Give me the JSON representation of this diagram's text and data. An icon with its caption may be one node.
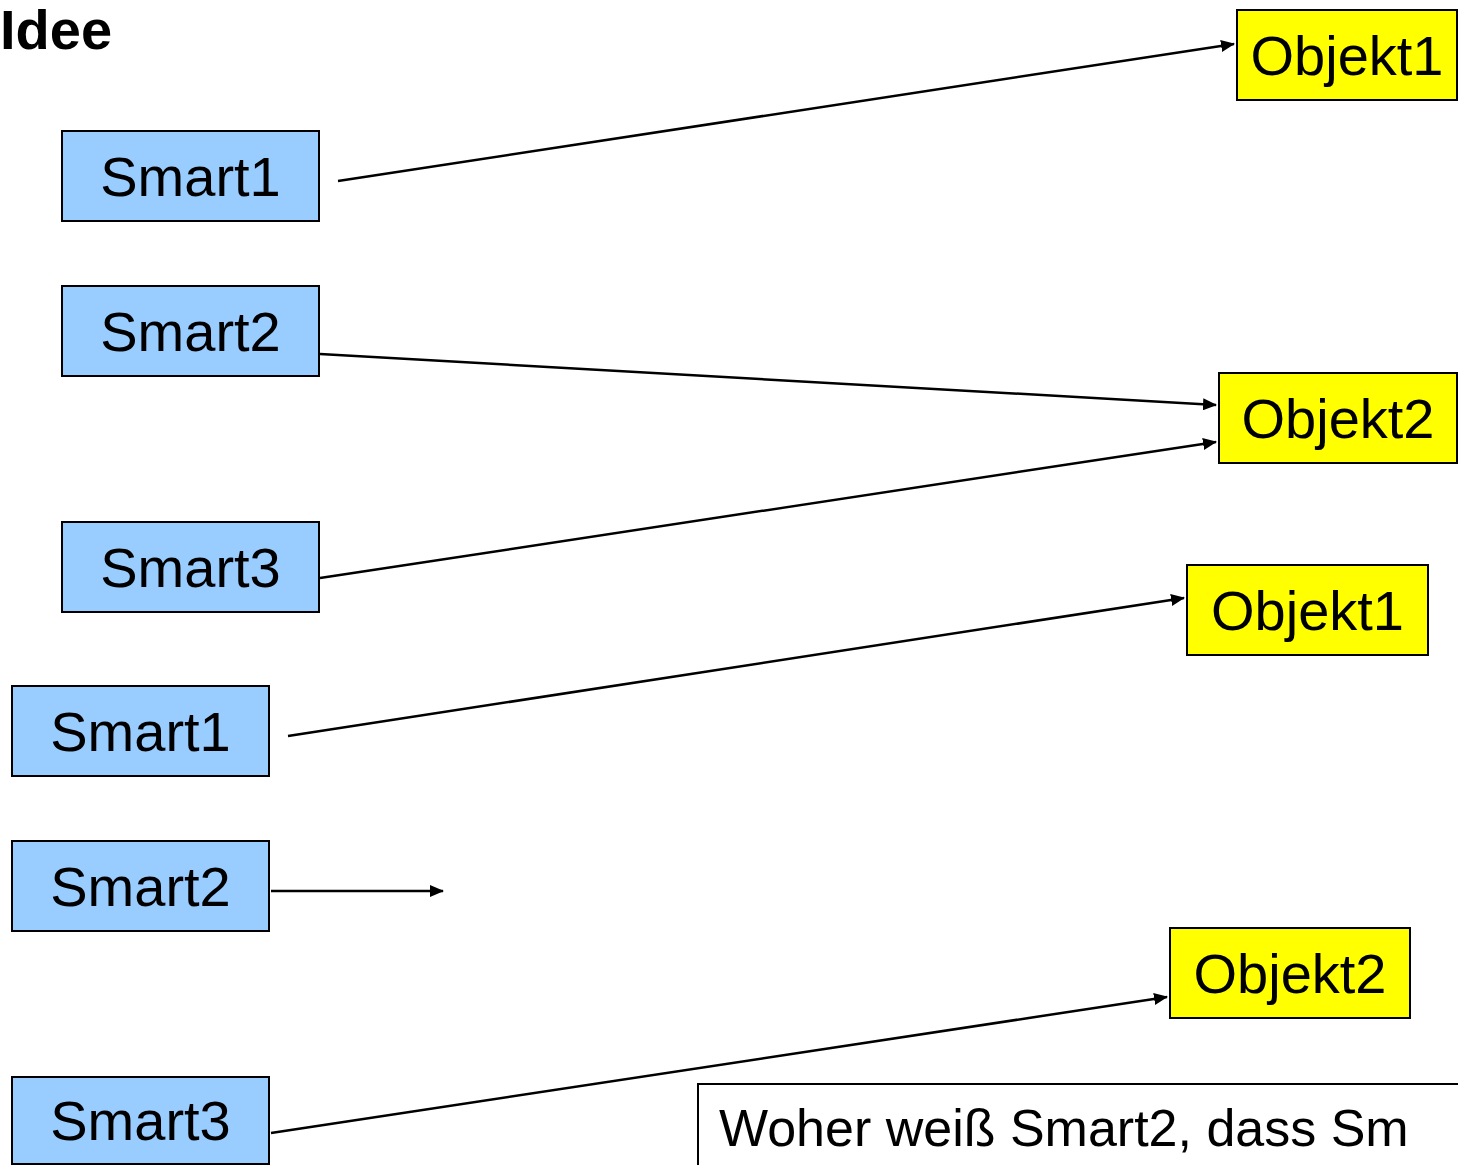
{
  "diagram": {
    "title": "Idee",
    "nodes": [
      {
        "text": [
          "Smart1"
        ]
      },
      {
        "text": [
          "Smart2"
        ]
      },
      {
        "text": [
          "Smart3"
        ]
      },
      {
        "text": [
          "Objekt1"
        ]
      },
      {
        "text": [
          "Objekt2"
        ]
      },
      {
        "text": [
          "Smart1"
        ]
      },
      {
        "text": [
          "Smart2"
        ]
      },
      {
        "text": [
          "Smart3"
        ]
      },
      {
        "text": [
          "Objekt1"
        ]
      },
      {
        "text": [
          "Objekt2"
        ]
      },
      {
        "text": [
          "Woher weiß Smart2, dass Sm"
        ]
      }
    ],
    "edges": [
      {
        "from": 0,
        "to": 3,
        "arrow": "to"
      },
      {
        "from": 1,
        "to": 4,
        "arrow": "to"
      },
      {
        "from": 2,
        "to": 4,
        "arrow": "to"
      },
      {
        "from": 5,
        "to": 8,
        "arrow": "to"
      },
      {
        "from": 6,
        "to": null,
        "arrow": "to"
      },
      {
        "from": 7,
        "to": 9,
        "arrow": "to"
      }
    ]
  }
}
